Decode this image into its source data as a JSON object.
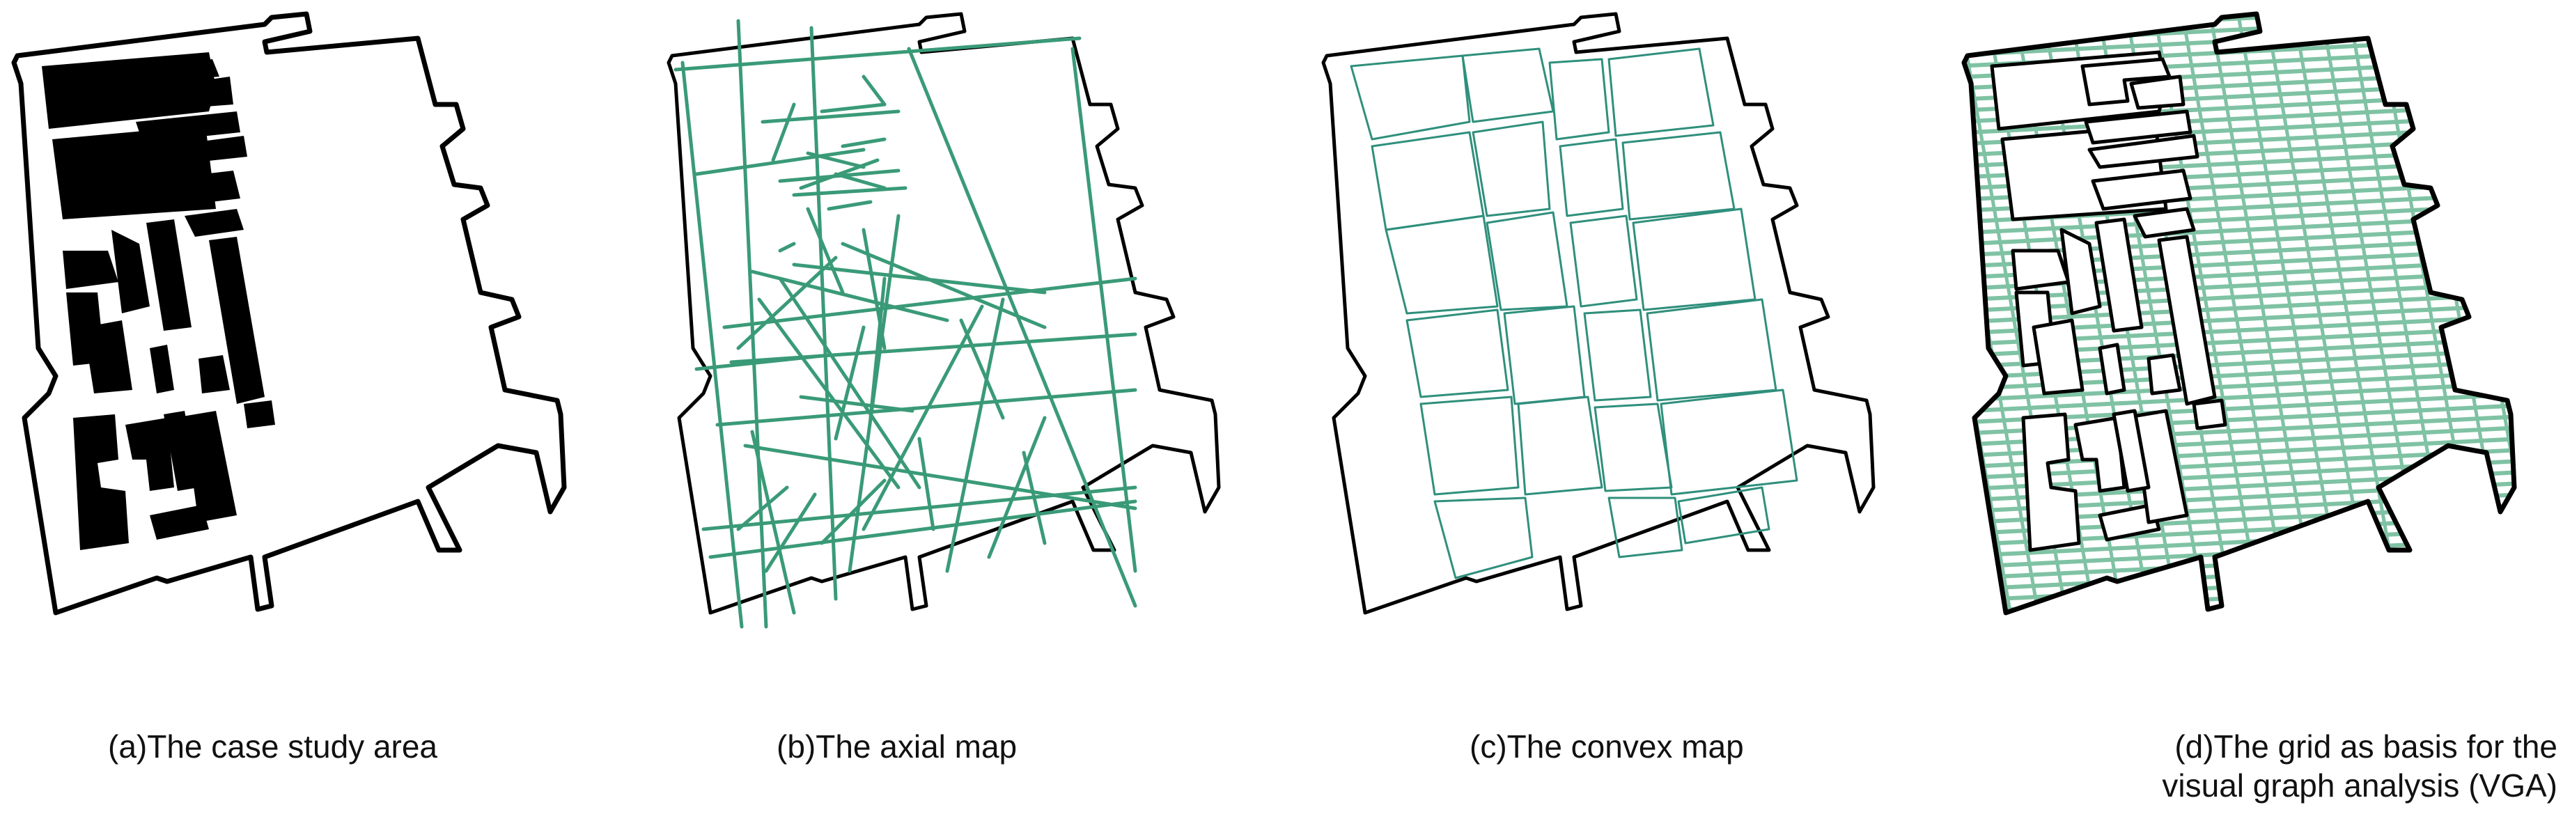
{
  "colors": {
    "outline": "#000000",
    "building_fill": "#000000",
    "axial_line": "#3a9a78",
    "convex_line": "#2f8f7c",
    "grid_line": "#7fc2a4"
  },
  "panels": [
    {
      "caption": "(a)The case study area"
    },
    {
      "caption": "(b)The axial map"
    },
    {
      "caption": "(c)The convex map"
    },
    {
      "caption_line1": "(d)The grid as basis for the",
      "caption_line2": "visual graph analysis (VGA)"
    }
  ]
}
